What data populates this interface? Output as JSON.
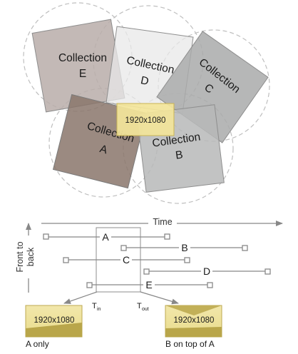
{
  "collections": {
    "E": {
      "lines": [
        "Collection",
        "E"
      ],
      "color": "#b8ada9"
    },
    "D": {
      "lines": [
        "Collection",
        "D"
      ],
      "color": "#e8e8e8"
    },
    "C": {
      "lines": [
        "Collection",
        "C"
      ],
      "color": "#a9aaaa"
    },
    "A": {
      "lines": [
        "Collection",
        "A"
      ],
      "color": "#8a756b"
    },
    "B": {
      "lines": [
        "Collection",
        "B"
      ],
      "color": "#b7b9b9"
    }
  },
  "center_frame": {
    "label": "1920x1080",
    "color": "#f3e59a"
  },
  "timeline": {
    "time_label": "Time",
    "depth_label": [
      "Front to",
      "back"
    ],
    "tracks": [
      "A",
      "B",
      "C",
      "D",
      "E"
    ],
    "t_in": {
      "main": "T",
      "sub": "in"
    },
    "t_out": {
      "main": "T",
      "sub": "out"
    }
  },
  "frames": {
    "left": {
      "label": "1920x1080",
      "caption": "A only"
    },
    "right": {
      "label": "1920x1080",
      "caption": "B on top of A"
    }
  },
  "colors": {
    "frame_light": "#efe39f",
    "frame_dark": "#b9a64a",
    "line": "#888888",
    "dashed_circle": "#bfbfbf"
  }
}
